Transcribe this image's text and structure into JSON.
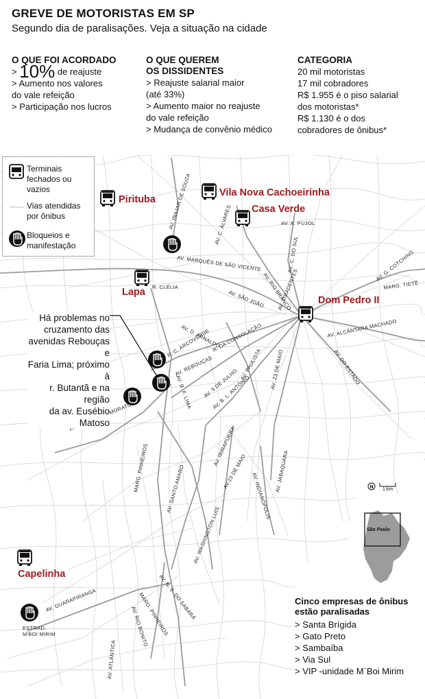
{
  "header": {
    "title": "GREVE DE MOTORISTAS EM SP",
    "subtitle": "Segundo dia de paralisações. Veja a situação na cidade"
  },
  "agreed": {
    "heading": "O QUE FOI ACORDADO",
    "pct": "10%",
    "pct_suffix": "de reajuste",
    "items": [
      "> Aumento nos valores",
      "do vale refeição",
      "> Participação nos lucros"
    ]
  },
  "dissidents": {
    "heading1": "O QUE QUEREM",
    "heading2": "OS DISSIDENTES",
    "items": [
      "> Reajuste salarial maior",
      "(até 33%)",
      "> Aumento maior no reajuste",
      "do vale refeição",
      "> Mudança de convênio médico"
    ]
  },
  "category": {
    "heading": "CATEGORIA",
    "items": [
      "20 mil motoristas",
      "17 mil cobradores",
      "R$ 1.955 é o piso salarial",
      "dos motoristas*",
      "R$ 1.130 é o dos",
      "cobradores de ônibus*"
    ]
  },
  "legend": {
    "terminals": [
      "Terminais",
      "fechados ou",
      "vazios"
    ],
    "roads": [
      "Vias atendidas",
      "por ônibus"
    ],
    "blocks": [
      "Bloqueios e",
      "manifestação"
    ]
  },
  "places": {
    "pirituba": "Pirituba",
    "vila_nova": "Vila Nova Cachoeirinha",
    "casa_verde": "Casa Verde",
    "lapa": "Lapa",
    "dom_pedro": "Dom Pedro II",
    "capelinha": "Capelinha"
  },
  "streets": {
    "inajar": "AV. INAJAR DE SOUZA",
    "c_alvares": "AV. C. ÁLVARES",
    "pujol": "AV. A. PUJOL",
    "c_do_sul": "AV. C. DO SUL",
    "cotching": "AV. G. COTCHING",
    "tiete": "MARG. TIETÊ",
    "marques": "AV. MARQUÊS DE SÃO VICENTE",
    "clelia": "R. CLÉLIA",
    "sao_joao": "AV. SÃO JOÃO",
    "rio_branco": "AV. RIO BRANCO",
    "tiradentes": "AV. TIRADENTES",
    "alcantara": "AV. ALCÂNTARA MACHADO",
    "do_estado": "AV. DO ESTADO",
    "d_arnaldo": "AV. D. ARNALDO",
    "consolacao": "R. DA CONSOLAÇÃO",
    "arcoverde": "R. C. ARCOVERDE",
    "reboucas": "AV. REBOUÇAS",
    "paulista": "AV. PAULISTA",
    "23_maio": "AV. 23 DE MAIO",
    "9_julho": "AV. 9 DE JULHO",
    "b_f_lima": "AV. B. F. LIMA",
    "b_antonio": "AV. B. L. ANTÔNIO",
    "morato": "AV. FRANCISCO MORATO",
    "m_pinheiros1": "MARG. PINHEIROS",
    "santo_amaro": "AV. SANTO AMARO",
    "ibirapuera": "AV. IBIRAPUERA",
    "23_maio_2": "AV.23 DE MAIO",
    "indianopolis": "AV. INDIANÓPOLIS",
    "jabaquara": "AV. JABAQUARA",
    "washington": "AV. WASHINGTON LUÍS",
    "ns_sabara": "AV. N. S. DO SABARÁ",
    "m_pinheiros2": "MARG. PINHEIROS",
    "rio_bonito": "AV. RIO BONITO",
    "guarapiranga": "AV. GUARAPIRANGA",
    "atlantica": "AV. ATLÂNTICA",
    "estrada1": "ESTRAD.",
    "estrada2": "M'BOI MIRIM"
  },
  "callout": [
    "Há problemas no",
    "cruzamento das",
    "avenidas Rebouças e",
    "Faria Lima; próximo à",
    "r. Butantã e na região",
    "da av. Eusébio Matoso"
  ],
  "scale": {
    "north": "N",
    "label": "1 km"
  },
  "inset": {
    "label": "São Paulo"
  },
  "companies": {
    "heading1": "Cinco empresas de ônibus",
    "heading2": "estão paralisadas",
    "items": [
      "> Santa Brígida",
      "> Gato Preto",
      "> Sambaíba",
      "> Via Sul",
      "> VIP -unidade M´Boi Mirim"
    ]
  },
  "colors": {
    "place": "#a11c22",
    "road": "#c9c9c9",
    "main_road": "#9a9a9a",
    "inset": "#9c9c9c"
  }
}
